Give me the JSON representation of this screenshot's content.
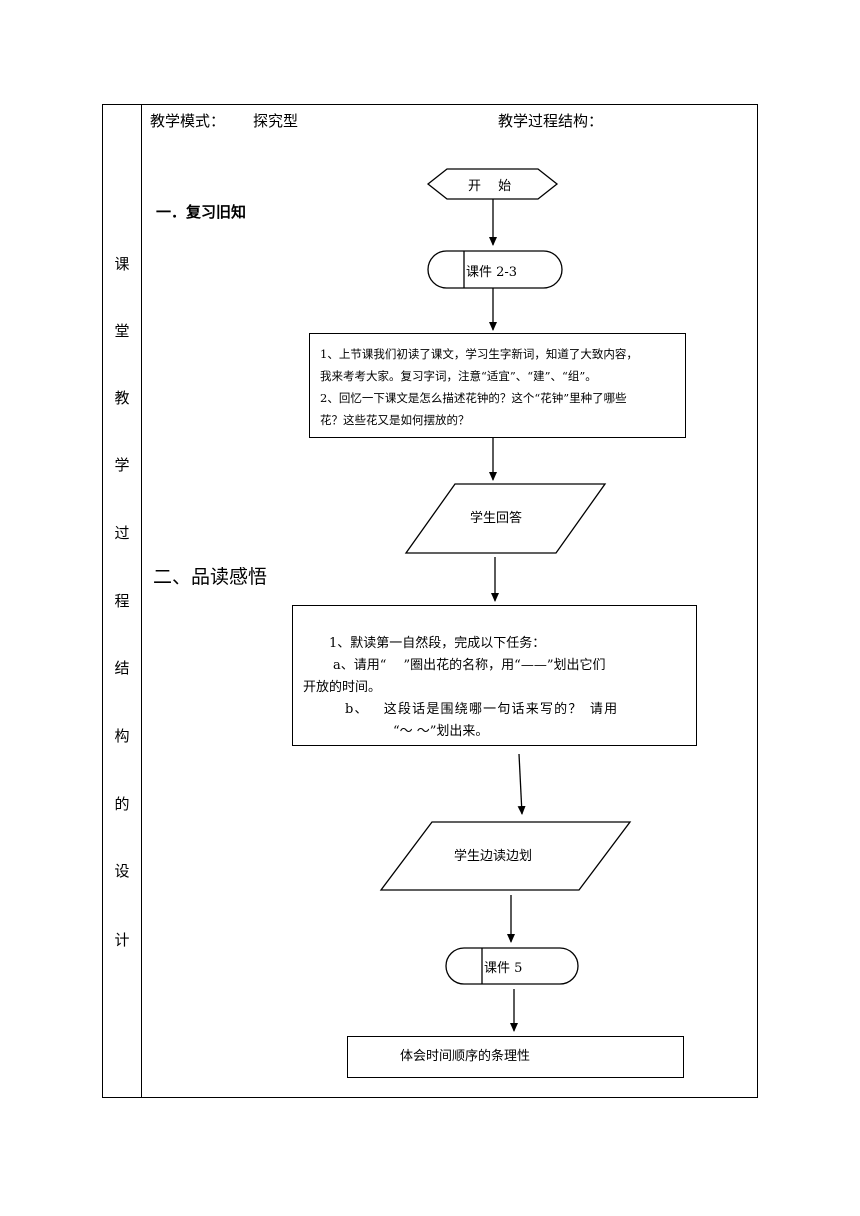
{
  "sidebar": {
    "chars": [
      "课",
      "堂",
      "教",
      "学",
      "过",
      "程",
      "结",
      "构",
      "的",
      "设",
      "计"
    ]
  },
  "header": {
    "mode_label": "教学模式：",
    "mode_value": "探究型",
    "structure_label": "教学过程结构："
  },
  "sections": {
    "review": "一．复习旧知",
    "reading": "二、品读感悟"
  },
  "flow": {
    "start": "开　 始",
    "courseware1": "课件 2-3",
    "box1_lines": [
      "1、上节课我们初读了课文，学习生字新词，知道了大致内容，",
      "我来考考大家。复习字词，注意“适宜”、“建”、“组”。",
      "2、回忆一下课文是怎么描述花钟的？这个“花钟”里种了哪些",
      "花？这些花又是如何摆放的？"
    ],
    "answer1": "学生回答",
    "box2_lines": [
      "1、默读第一自然段，完成以下任务：",
      "a、请用“　 ”圈出花的名称，用“——”划出它们",
      "开放的时间。",
      "b、　 这段话是围绕哪一句话来写的？ 请用",
      "“～ ～”划出来。"
    ],
    "answer2": "学生边读边划",
    "courseware2": "课件 5",
    "final": "体会时间顺序的条理性"
  }
}
